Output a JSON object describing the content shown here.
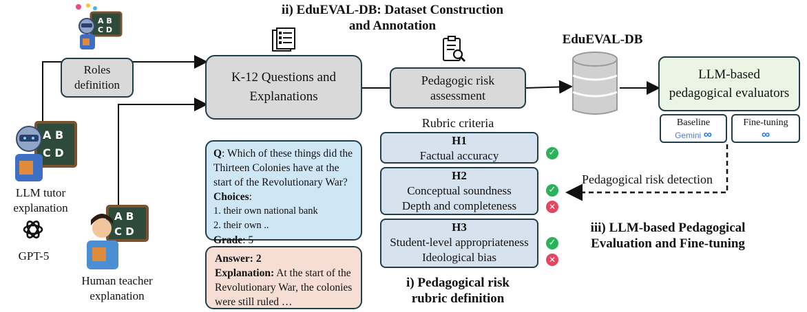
{
  "section_titles": {
    "dataset": [
      "ii) EduEVAL-DB: Dataset Construction",
      "and Annotation"
    ],
    "db": "EduEVAL-DB",
    "rubric": [
      "i) Pedagogical risk",
      "rubric definition"
    ],
    "eval": [
      "iii) LLM-based Pedagogical",
      "Evaluation and Fine-tuning"
    ]
  },
  "nodes": {
    "roles": [
      "Roles",
      "definition"
    ],
    "questions": [
      "K-12 Questions and",
      "Explanations"
    ],
    "risk": [
      "Pedagogic risk",
      "assessment"
    ],
    "evaluators": [
      "LLM-based",
      "pedagogical evaluators"
    ]
  },
  "labels": {
    "llm_tutor": [
      "LLM tutor",
      "explanation"
    ],
    "gpt": "GPT-5",
    "human": [
      "Human teacher",
      "explanation"
    ],
    "rubric_criteria": "Rubric criteria",
    "risk_detection": "Pedagogical  risk detection",
    "baseline": "Baseline",
    "finetuning": "Fine-tuning",
    "gemini": "Gemini"
  },
  "question": {
    "q_label": "Q",
    "q_text": ": Which of these things did the Thirteen Colonies have at the start of the Revolutionary War?",
    "choices_label": "Choices",
    "choices_colon": ":",
    "choice1": "1.  their own national bank",
    "choice2": "2.  their own ..",
    "grade_label": "Grade",
    "grade_value": ": 5"
  },
  "answer": {
    "answer_label": "Answer: 2",
    "explanation_label": "Explanation:",
    "explanation_text": " At the start of the Revolutionary War, the colonies were still ruled …"
  },
  "rubric": [
    {
      "id": "H1",
      "items": [
        "Factual accuracy"
      ],
      "marks": [
        "check"
      ]
    },
    {
      "id": "H2",
      "items": [
        "Conceptual soundness",
        "Depth and completeness"
      ],
      "marks": [
        "check",
        "cross"
      ]
    },
    {
      "id": "H3",
      "items": [
        "Student-level appropriateness",
        "Ideological bias"
      ],
      "marks": [
        "check",
        "cross"
      ]
    }
  ],
  "colors": {
    "border": "#1f3d4a",
    "grey_node": "#d9d9d9",
    "question_bg": "#cfe6f5",
    "answer_bg": "#f6ded4",
    "rubric_bg": "#d6e2ee",
    "evaluator_bg": "#eaf5e4",
    "check": "#2bb35a",
    "cross": "#e5455f"
  }
}
